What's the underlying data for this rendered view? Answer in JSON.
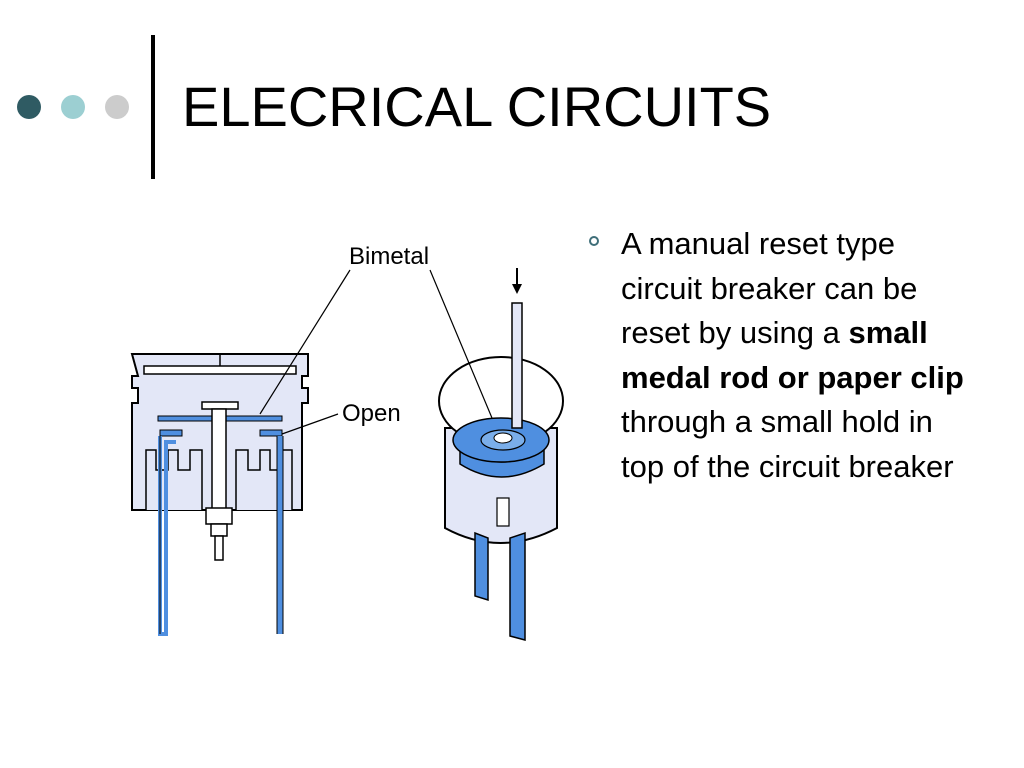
{
  "slide": {
    "title": "ELECRICAL CIRCUITS",
    "accent_colors": {
      "dot_dark": "#2f5b63",
      "dot_light": "#9ccfd2",
      "dot_gray": "#cccccc",
      "bullet": "#3f6e79",
      "diagram_fill": "#4f8fe0",
      "diagram_tint": "#e3e7f7"
    }
  },
  "diagram": {
    "label_bimetal": "Bimetal",
    "label_open": "Open"
  },
  "bullet": {
    "icon": "hollow-circle-bullet",
    "text_1": "A manual reset type circuit breaker can be reset by using a ",
    "bold_text": "small medal rod or paper clip",
    "text_2": " through a small hold in top of the circuit breaker"
  }
}
